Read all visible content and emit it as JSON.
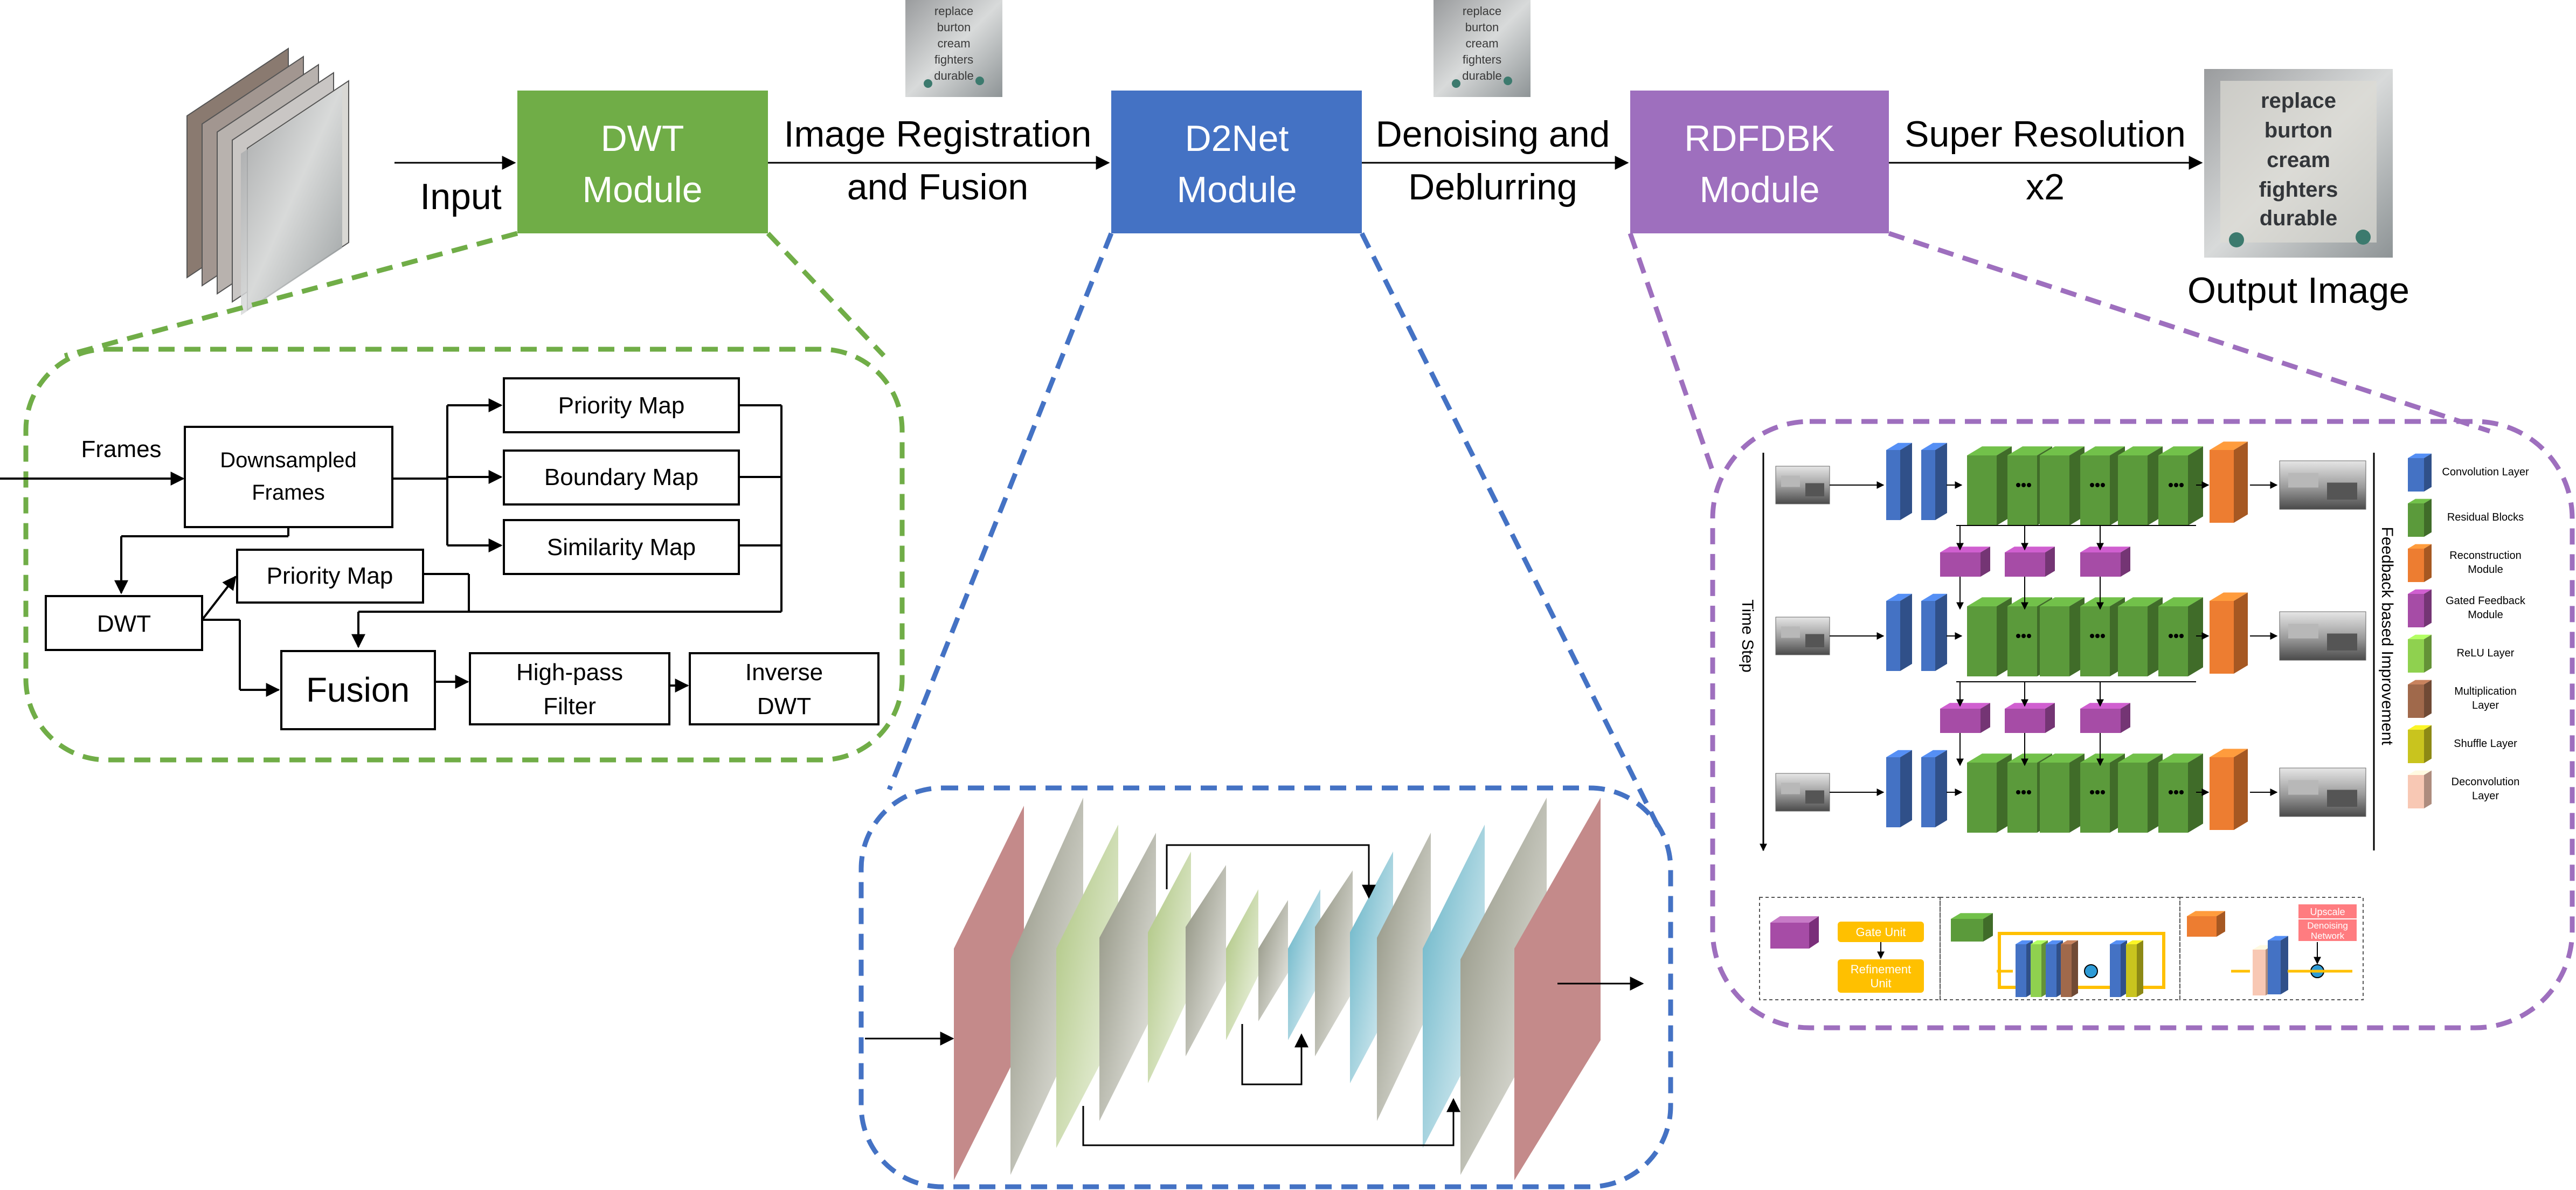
{
  "colors": {
    "dwt": "#70AD47",
    "d2net": "#4472C4",
    "rdfdbk": "#9E6FBE",
    "dwt_dash": "#70AD47",
    "d2net_dash": "#4472C4",
    "rdfdbk_dash": "#9E6FBE",
    "layer_blue": "#4472C4",
    "layer_green": "#5B9A3B",
    "layer_orange": "#ED7D31",
    "layer_purple": "#A64CA6",
    "layer_relu": "#8FD14F",
    "layer_mult": "#A0694B",
    "layer_shuffle": "#C9C41E",
    "layer_deconv": "#F8C8B4",
    "unit_yellow": "#FFC000",
    "unit_pink": "#FF7C80"
  },
  "top": {
    "input_label": "Input",
    "dwt_module": [
      "DWT",
      "Module"
    ],
    "reg_label": [
      "Image Registration",
      "and Fusion"
    ],
    "d2net_module": [
      "D2Net",
      "Module"
    ],
    "denoise_label": [
      "Denoising and",
      "Deblurring"
    ],
    "rdfdbk_module": [
      "RDFDBK",
      "Module"
    ],
    "sr_label": [
      "Super Resolution",
      "x2"
    ],
    "output_label": "Output Image",
    "words": [
      "replace",
      "burton",
      "cream",
      "fighters",
      "durable"
    ]
  },
  "dwt_detail": {
    "frames_label": "Frames",
    "downsampled": [
      "Downsampled",
      "Frames"
    ],
    "priority_map_top": "Priority Map",
    "boundary_map": "Boundary Map",
    "similarity_map": "Similarity Map",
    "priority_map_mid": "Priority Map",
    "dwt": "DWT",
    "fusion": "Fusion",
    "high_pass": [
      "High-pass",
      "Filter"
    ],
    "inverse_dwt": [
      "Inverse",
      "DWT"
    ]
  },
  "rdfdbk_detail": {
    "time_step": "Time Step",
    "feedback": "Feedback based Improvement",
    "legend": [
      {
        "label": [
          "Convolution Layer"
        ],
        "color": "#4472C4"
      },
      {
        "label": [
          "Residual Blocks"
        ],
        "color": "#5B9A3B"
      },
      {
        "label": [
          "Reconstruction",
          "Module"
        ],
        "color": "#ED7D31"
      },
      {
        "label": [
          "Gated Feedback",
          "Module"
        ],
        "color": "#A64CA6"
      },
      {
        "label": [
          "ReLU Layer"
        ],
        "color": "#8FD14F"
      },
      {
        "label": [
          "Multiplication",
          "Layer"
        ],
        "color": "#A0694B"
      },
      {
        "label": [
          "Shuffle Layer"
        ],
        "color": "#C9C41E"
      },
      {
        "label": [
          "Deconvolution",
          "Layer"
        ],
        "color": "#F8C8B4"
      }
    ],
    "gate_unit": "Gate Unit",
    "refinement_unit": [
      "Refinement",
      "Unit"
    ],
    "upscale": "Upscale",
    "denoising_network": [
      "Denoising",
      "Network"
    ]
  }
}
